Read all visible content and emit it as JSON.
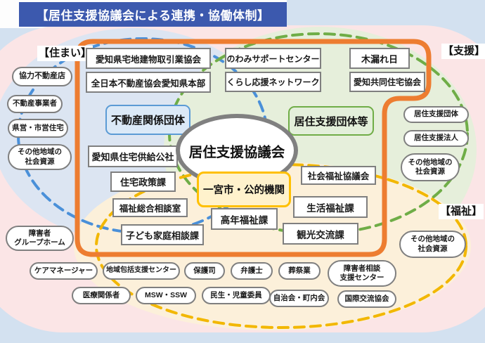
{
  "title": "【居住支援協議会による連携・協働体制】",
  "zone_labels": {
    "sumai": "【住まい】",
    "shien": "【支援】",
    "fukushi": "【福祉】"
  },
  "center": {
    "council": "居住支援協議会",
    "city": "一宮市・公的機関"
  },
  "category_boxes": {
    "realestate": "不動産関係団体",
    "support": "居住支援団体等"
  },
  "org_boxes": {
    "takken": "愛知県宅地建物取引業協会",
    "zennichi": "全日本不動産協会愛知県本部",
    "kosha": "愛知県住宅供給公社",
    "jutaku": "住宅政策課",
    "fukushi_sogo": "福祉総合相談室",
    "kodomo": "子ども家庭相談課",
    "nowami": "のわみサポートセンター",
    "komorebi": "木漏れ日",
    "kurashi": "くらし応援ネットワーク",
    "kyodo": "愛知共同住宅協会",
    "shakyo": "社会福祉協議会",
    "seikatsu": "生活福祉課",
    "konen": "高年福祉課",
    "kanko": "観光交流課"
  },
  "pills": {
    "left": {
      "p1": "協力不動産店",
      "p2": "不動産事業者",
      "p3": "県営・市営住宅",
      "p4": "その他地域の\n社会資源"
    },
    "right": {
      "p1": "居住支援団体",
      "p2": "居住支援法人",
      "p3": "その他地域の\n社会資源",
      "p4": "その他地域の\n社会資源"
    },
    "bottom_left": {
      "p1": "障害者\nグループホーム"
    },
    "row1": {
      "p1": "ケアマネージャー",
      "p2": "地域包括支援センター",
      "p3": "保護司",
      "p4": "弁護士",
      "p5": "葬祭業",
      "p6": "障害者相談\n支援センター"
    },
    "row2": {
      "p1": "医療関係者",
      "p2": "MSW・SSW",
      "p3": "民生・児童委員",
      "p4": "自治会・町内会",
      "p5": "国際交流協会"
    }
  },
  "colors": {
    "banner": "#3c59ae",
    "orange": "#ed7d31",
    "blue_dash": "#4a90d9",
    "green_dash": "#6fad47",
    "yellow_dash": "#f2b700",
    "re_border": "#5b9bd5",
    "sp_border": "#70ad47",
    "city_border": "#ffc000",
    "box_border": "#7f7f7f"
  }
}
